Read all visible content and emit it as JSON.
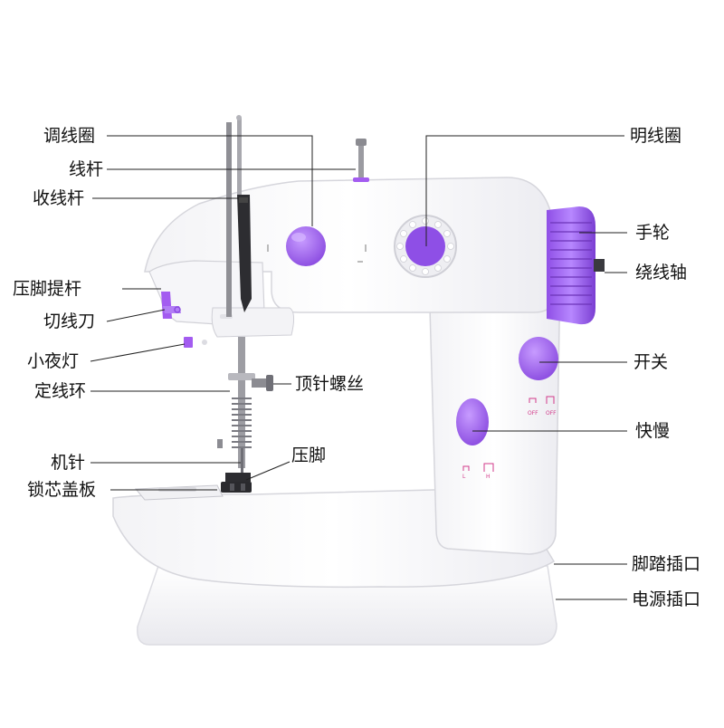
{
  "labels": {
    "tiao_xian_quan": "调线圈",
    "xian_gan": "线杆",
    "shou_xian_gan": "收线杆",
    "ya_jiao_ti_gan": "压脚提杆",
    "qie_xian_dao": "切线刀",
    "xiao_ye_deng": "小夜灯",
    "ding_xian_huan": "定线环",
    "ji_zhen": "机针",
    "suo_xin_gai_ban": "锁芯盖板",
    "ding_zhen_luo_si": "顶针螺丝",
    "ya_jiao": "压脚",
    "ming_xian_quan": "明线圈",
    "shou_lun": "手轮",
    "rao_xian_zhou": "绕线轴",
    "kai_guan": "开关",
    "kuai_man": "快慢",
    "jiao_ta_cha_kou": "脚踏插口",
    "dian_yuan_cha_kou": "电源插口"
  },
  "switch_marks": {
    "off1": "OFF",
    "off2": "OFF",
    "low": "L",
    "high": "H"
  },
  "colors": {
    "body": "#ffffff",
    "outline": "#d9d9de",
    "shadow": "#ececf0",
    "accent": "#a35cf0",
    "accent_dark": "#7d3fd0",
    "line": "#222222",
    "metal": "#9a9aa0",
    "dark": "#2a2a2e"
  }
}
